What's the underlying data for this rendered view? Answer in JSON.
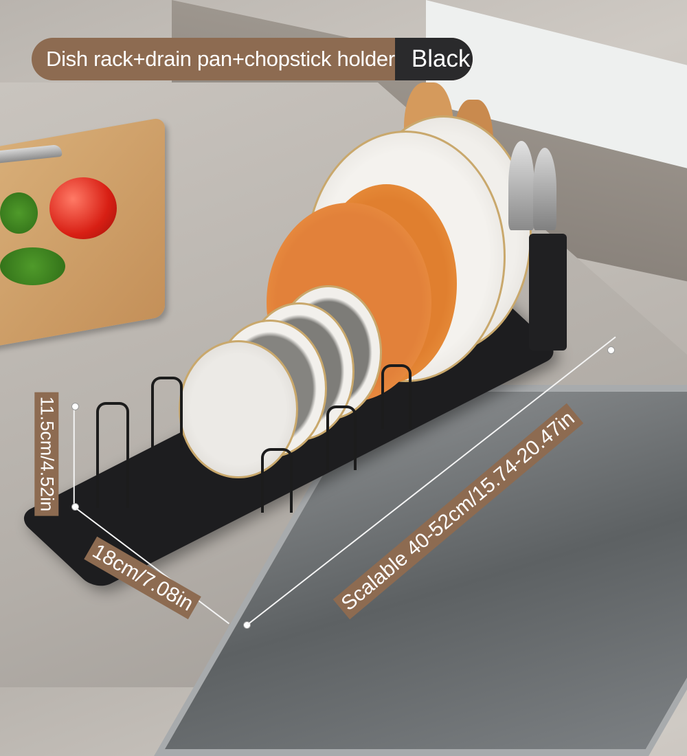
{
  "banner": {
    "product_set": "Dish rack+drain pan+chopstick holder",
    "color_option": "Black"
  },
  "dimensions": {
    "height": "11.5cm/4.52in",
    "width": "18cm/7.08in",
    "length": "Scalable 40-52cm/15.74-20.47in"
  },
  "colors": {
    "label_background": "#8d6b51",
    "pill_background": "#2a2a2c",
    "rack": "#1d1d1f",
    "orange_plates": "#e07f2f"
  }
}
